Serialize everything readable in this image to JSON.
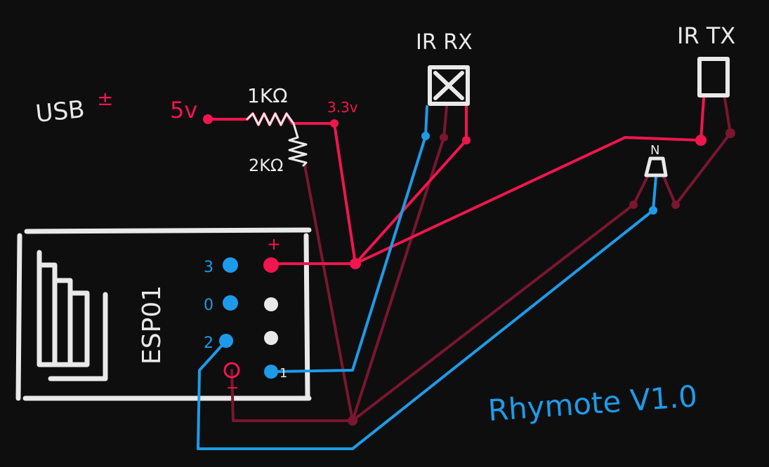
{
  "labels": {
    "usb": "USB",
    "usb_sign": "±",
    "v5": "5v",
    "r1": "1KΩ",
    "r2": "2KΩ",
    "v33": "3.3v",
    "ir_rx": "IR RX",
    "ir_tx": "IR TX",
    "transistor": "N",
    "esp": "ESP01",
    "pin_3": "3",
    "pin_0": "0",
    "pin_2": "2",
    "plus": "+",
    "minus": "−",
    "pin_1": "1",
    "title": "Rhymote V1.0"
  },
  "colors": {
    "background": "#0e0e0f",
    "power": "#f0164e",
    "ground": "#7a1630",
    "signal": "#1e9be8",
    "outline": "#e9e9e9"
  }
}
